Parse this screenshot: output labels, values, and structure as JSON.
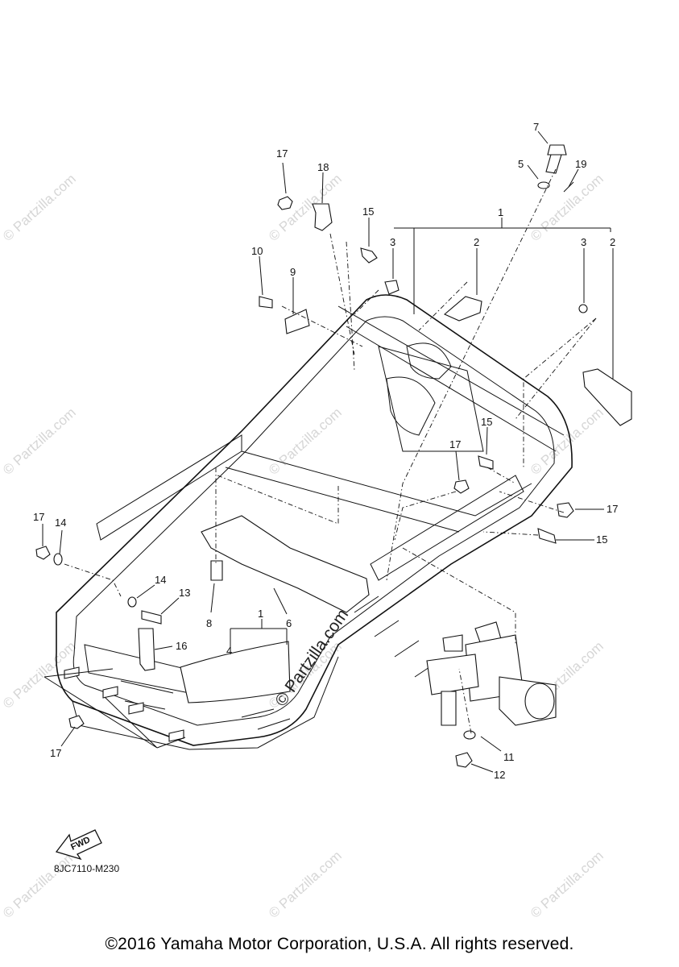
{
  "watermark_text": "© Partzilla.com",
  "fwd_badge": "FWD",
  "diagram_code": "8JC7110-M230",
  "copyright": "©2016 Yamaha Motor Corporation, U.S.A. All rights reserved.",
  "callouts": [
    "1",
    "2",
    "3",
    "4",
    "5",
    "6",
    "7",
    "8",
    "9",
    "10",
    "11",
    "12",
    "13",
    "14",
    "15",
    "16",
    "17",
    "18",
    "19"
  ]
}
